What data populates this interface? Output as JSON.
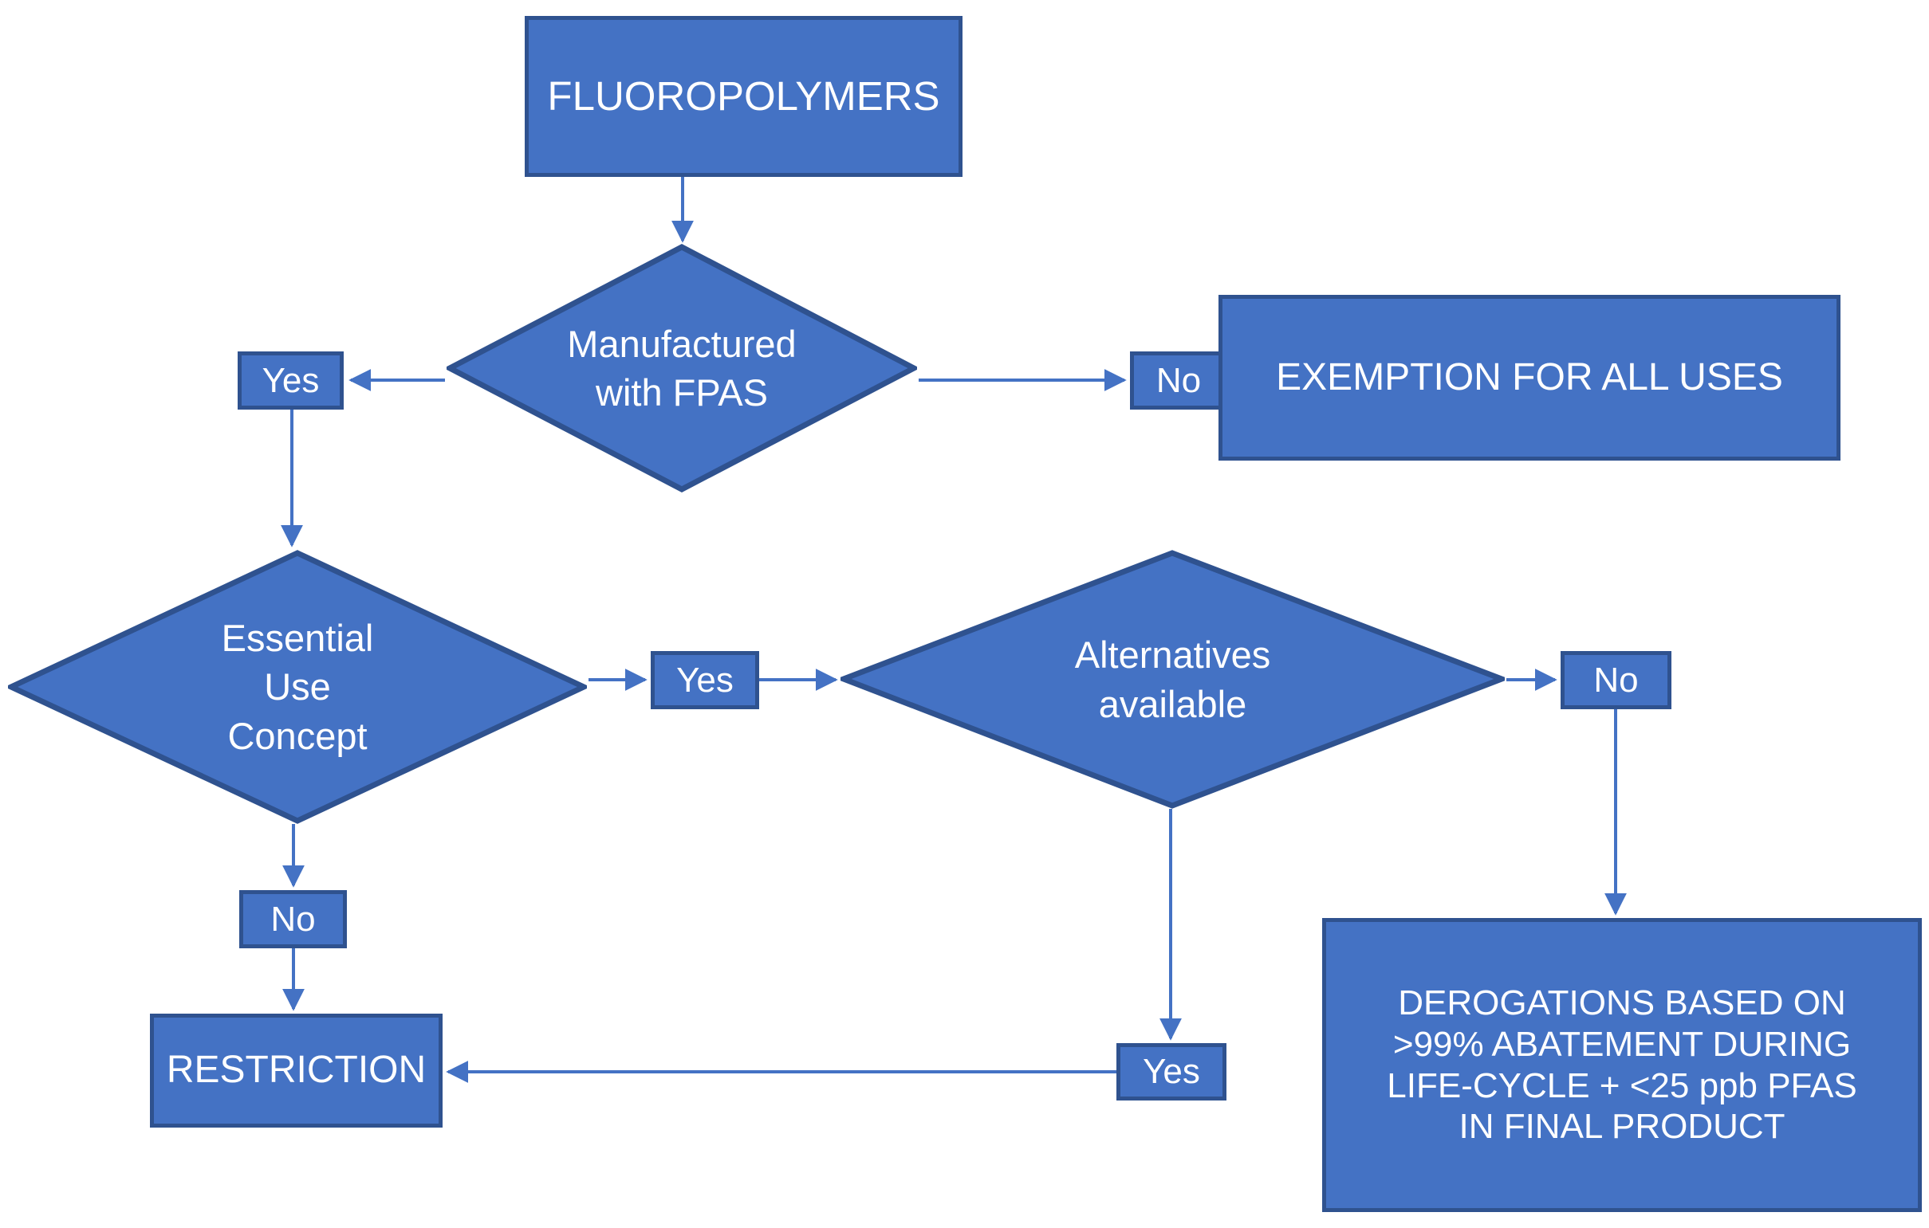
{
  "diagram": {
    "title": "Fluoropolymers PFAS regulatory decision flowchart",
    "colors": {
      "shape_fill": "#4472C4",
      "shape_border": "#2F528F",
      "connector": "#4472C4",
      "text": "#FFFFFF",
      "background": "#FFFFFF"
    },
    "nodes": {
      "fluoropolymers": {
        "label": "FLUOROPOLYMERS",
        "shape": "rectangle"
      },
      "manufactured_with_fpas": {
        "label": "Manufactured\nwith FPAS",
        "shape": "diamond"
      },
      "yes_1": {
        "label": "Yes",
        "shape": "rectangle"
      },
      "no_1": {
        "label": "No",
        "shape": "rectangle"
      },
      "exemption": {
        "label": "EXEMPTION FOR ALL USES",
        "shape": "rectangle"
      },
      "essential_use_concept": {
        "label": "Essential\nUse\nConcept",
        "shape": "diamond"
      },
      "yes_2": {
        "label": "Yes",
        "shape": "rectangle"
      },
      "alternatives_available": {
        "label": "Alternatives\navailable",
        "shape": "diamond"
      },
      "no_2": {
        "label": "No",
        "shape": "rectangle"
      },
      "no_3": {
        "label": "No",
        "shape": "rectangle"
      },
      "restriction": {
        "label": "RESTRICTION",
        "shape": "rectangle"
      },
      "yes_3": {
        "label": "Yes",
        "shape": "rectangle"
      },
      "derogations": {
        "label": "DEROGATIONS BASED ON\n>99% ABATEMENT DURING\nLIFE-CYCLE + <25 ppb PFAS\nIN FINAL PRODUCT",
        "shape": "rectangle"
      }
    },
    "edges": [
      {
        "from": "fluoropolymers",
        "to": "manufactured_with_fpas",
        "label": ""
      },
      {
        "from": "manufactured_with_fpas",
        "to": "yes_1",
        "label": "Yes"
      },
      {
        "from": "manufactured_with_fpas",
        "to": "no_1",
        "label": "No"
      },
      {
        "from": "no_1",
        "to": "exemption",
        "label": ""
      },
      {
        "from": "yes_1",
        "to": "essential_use_concept",
        "label": ""
      },
      {
        "from": "essential_use_concept",
        "to": "yes_2",
        "label": "Yes"
      },
      {
        "from": "yes_2",
        "to": "alternatives_available",
        "label": ""
      },
      {
        "from": "alternatives_available",
        "to": "no_2",
        "label": "No"
      },
      {
        "from": "no_2",
        "to": "derogations",
        "label": ""
      },
      {
        "from": "essential_use_concept",
        "to": "no_3",
        "label": "No"
      },
      {
        "from": "no_3",
        "to": "restriction",
        "label": ""
      },
      {
        "from": "alternatives_available",
        "to": "yes_3",
        "label": "Yes"
      },
      {
        "from": "yes_3",
        "to": "restriction",
        "label": ""
      }
    ]
  }
}
